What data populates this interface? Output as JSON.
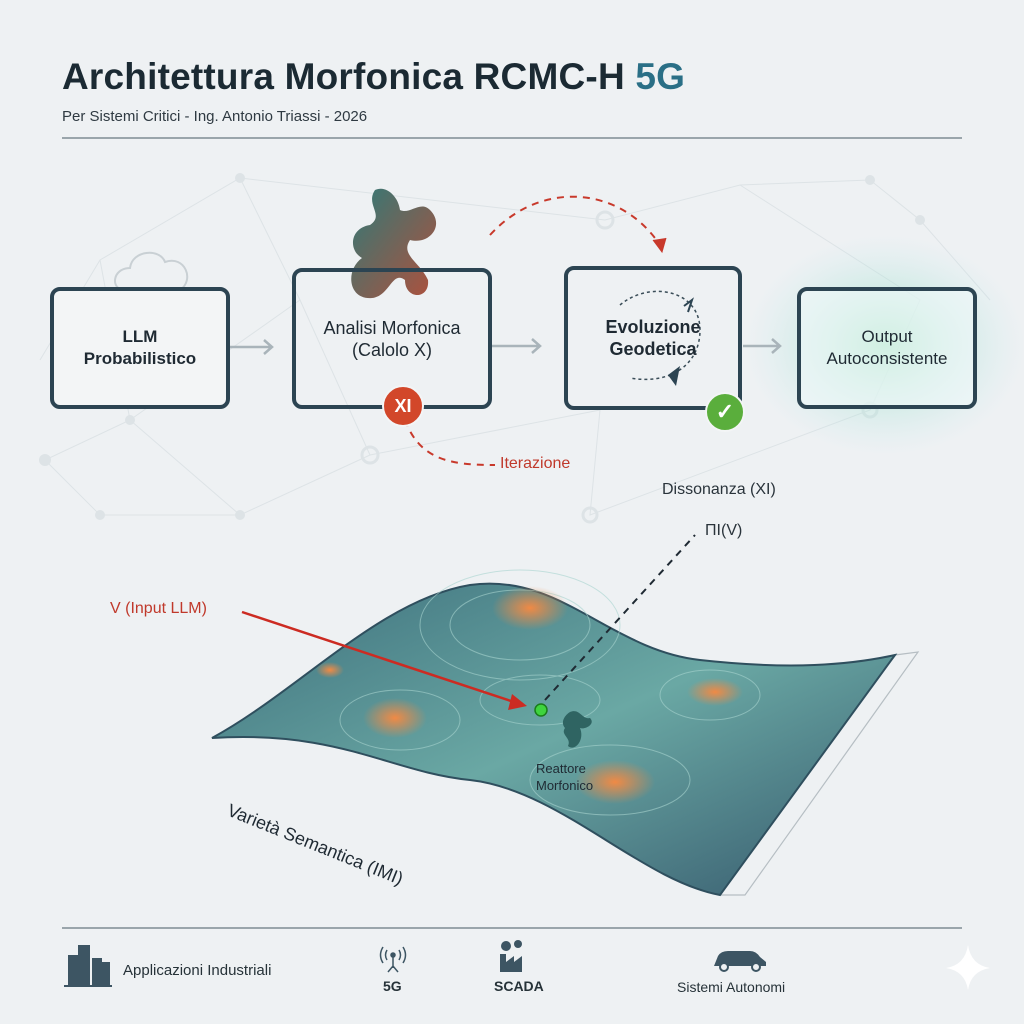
{
  "header": {
    "title_main": "Architettura Morfonica RCMC-H",
    "title_accent": "5G",
    "subtitle": "Per Sistemi Critici - Ing. Antonio Triassi - 2026"
  },
  "pipeline": {
    "boxes": [
      {
        "line1": "LLM",
        "line2": "Probabilistico"
      },
      {
        "line1": "Analisi Morfonica",
        "line2": "(Calolo Χ)"
      },
      {
        "line1": "Evoluzione",
        "line2": "Geodetica"
      },
      {
        "line1": "Output",
        "line2": "Autoconsistente"
      }
    ],
    "badge_xi": "XI",
    "iteration_label": "Iterazione"
  },
  "manifold": {
    "dissonance_label": "Dissonanza (XI)",
    "projection_label": "ΠI(V)",
    "input_label": "V (Input LLM)",
    "reactor_label_1": "Reattore",
    "reactor_label_2": "Morfonico",
    "surface_label": "Varietà Semantica (IMI)"
  },
  "footer": {
    "items": [
      {
        "label": "Applicazioni Industriali",
        "icon": "buildings-icon"
      },
      {
        "label": "5G",
        "icon": "antenna-icon"
      },
      {
        "label": "SCADA",
        "icon": "factory-icon"
      },
      {
        "label": "Sistemi Autonomi",
        "icon": "car-icon"
      }
    ]
  },
  "colors": {
    "accent": "#2a6f86",
    "box_border": "#2c4452",
    "alert": "#d2472a",
    "ok": "#5aae3c",
    "surface": "#4f8e8f"
  }
}
